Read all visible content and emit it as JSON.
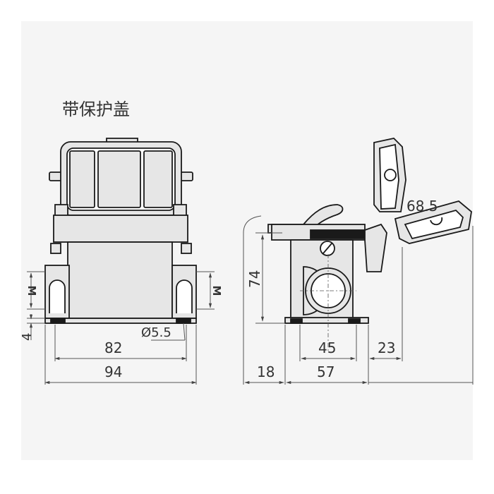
{
  "title": "带保护盖",
  "dims": {
    "height_74": "74",
    "angle_68_5": "68.5",
    "width_82": "82",
    "width_94": "94",
    "hole_dia": "Ø5.5",
    "base_4": "4",
    "thread_left": "M",
    "thread_right": "M",
    "d_45": "45",
    "d_23": "23",
    "d_18": "18",
    "d_57": "57"
  },
  "colors": {
    "background": "#ffffff",
    "panel": "#f5f5f5",
    "body_fill": "#e6e6e6",
    "outline": "#1a1a1a",
    "dim_line": "#555555",
    "text": "#333333"
  }
}
